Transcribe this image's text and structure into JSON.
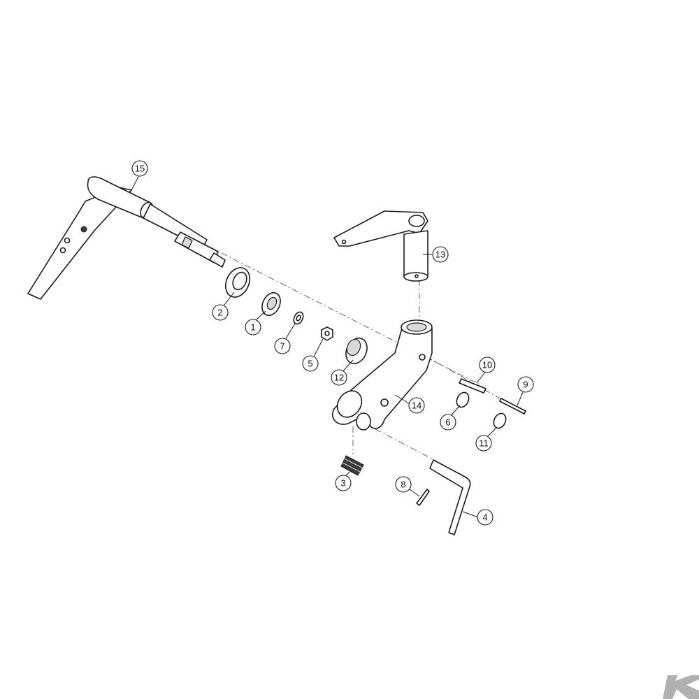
{
  "diagram": {
    "type": "exploded-parts-view",
    "callouts": [
      {
        "id": "callout-1",
        "label": "1"
      },
      {
        "id": "callout-2",
        "label": "2"
      },
      {
        "id": "callout-3",
        "label": "3"
      },
      {
        "id": "callout-4",
        "label": "4"
      },
      {
        "id": "callout-5",
        "label": "5"
      },
      {
        "id": "callout-6",
        "label": "6"
      },
      {
        "id": "callout-7",
        "label": "7"
      },
      {
        "id": "callout-8",
        "label": "8"
      },
      {
        "id": "callout-9",
        "label": "9"
      },
      {
        "id": "callout-10",
        "label": "10"
      },
      {
        "id": "callout-11",
        "label": "11"
      },
      {
        "id": "callout-12",
        "label": "12"
      },
      {
        "id": "callout-13",
        "label": "13"
      },
      {
        "id": "callout-14",
        "label": "14"
      },
      {
        "id": "callout-15",
        "label": "15"
      }
    ]
  },
  "logo": {
    "name": "brand-logo",
    "color": "#b0b0b0"
  }
}
